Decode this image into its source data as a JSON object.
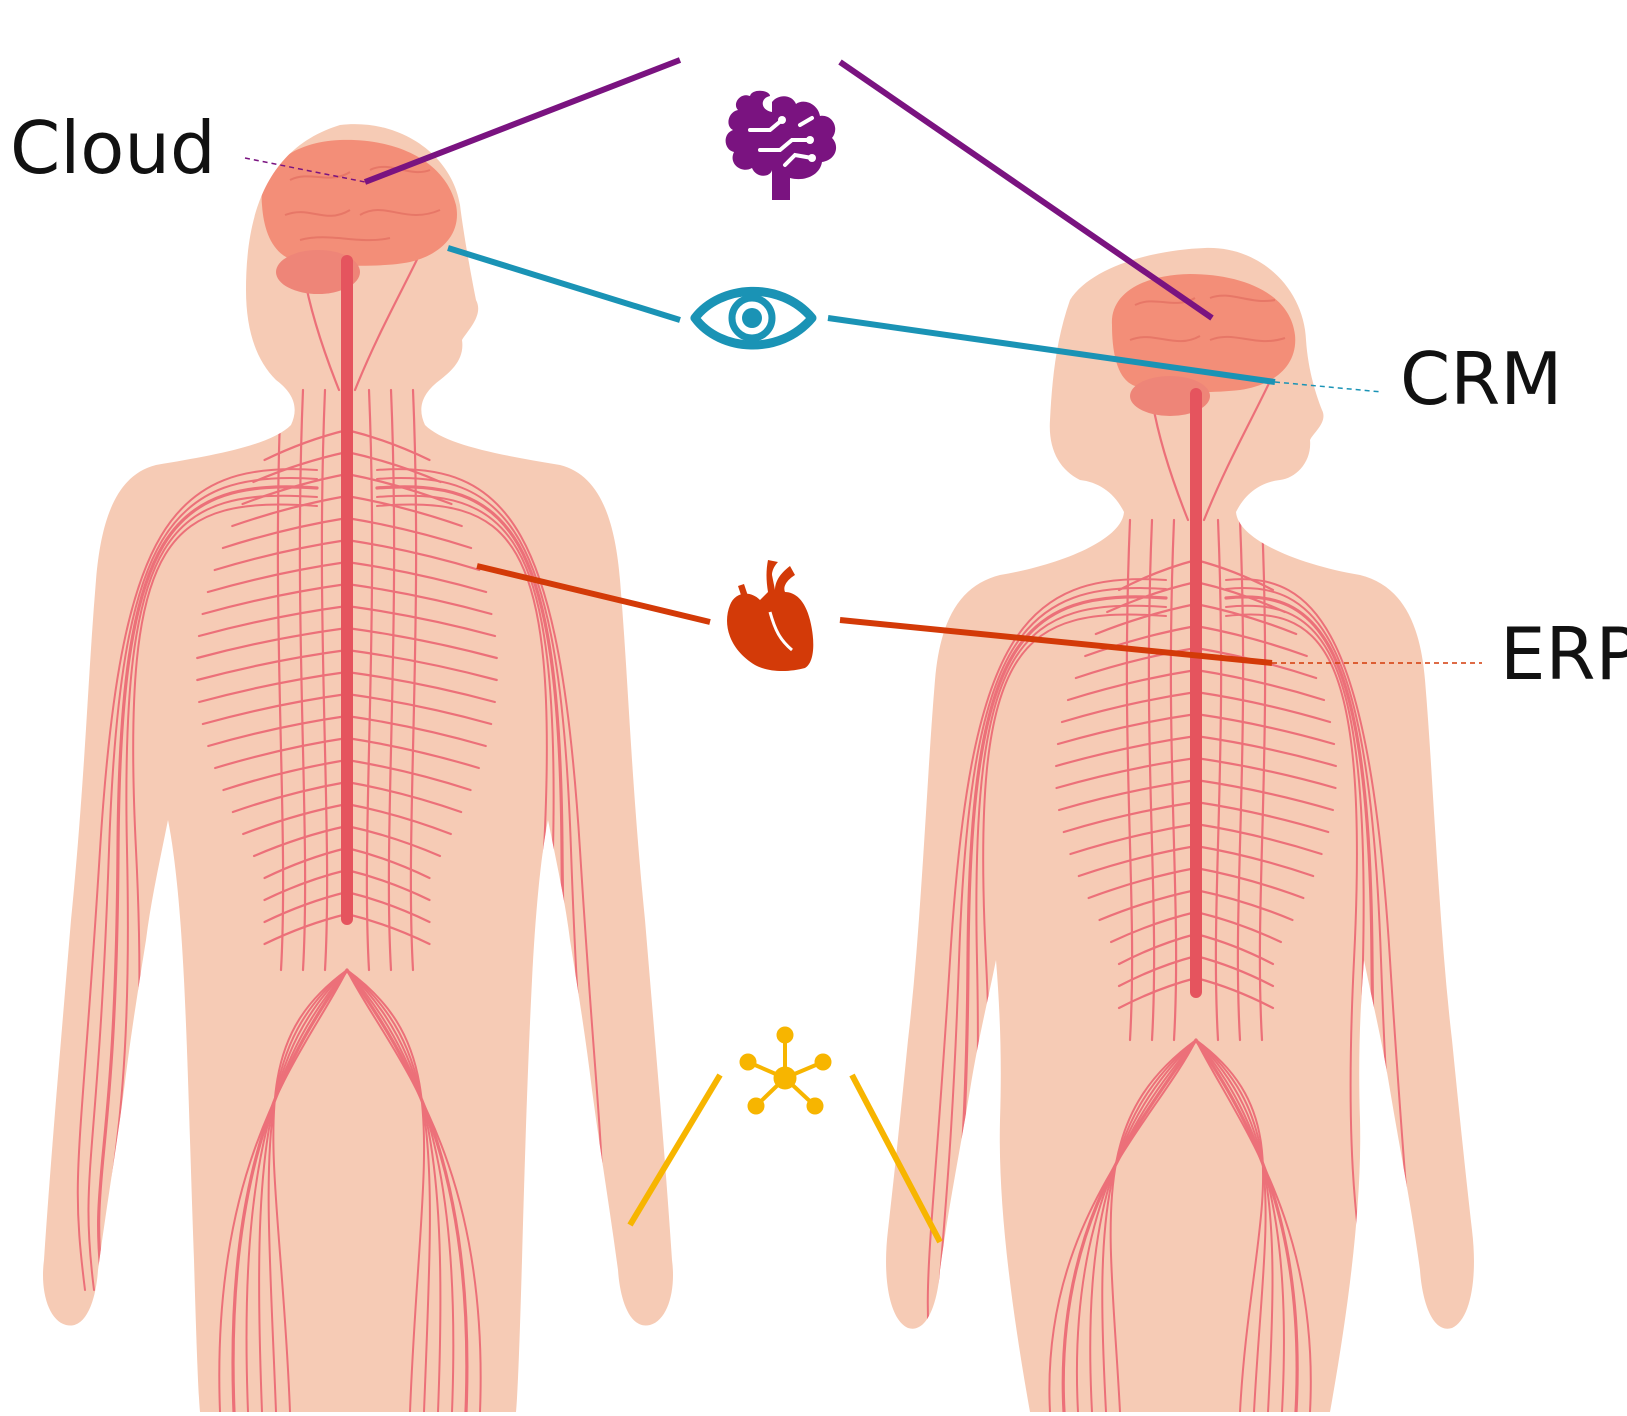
{
  "labels": {
    "cloud": "Cloud",
    "crm": "CRM",
    "erp": "ERP"
  },
  "figures": [
    "male-body-nervous-system",
    "female-body-nervous-system"
  ],
  "icons": {
    "brain": "brain-circuit-icon",
    "eye": "eye-icon",
    "heart": "anatomical-heart-icon",
    "network": "network-nodes-icon"
  },
  "colors": {
    "skin": "#f6cbb5",
    "nerve": "#ec7079",
    "spine": "#e5545e",
    "brain": "#f38e78",
    "cerebellum": "#ee8578",
    "cloud_connector": "#7a1380",
    "crm_connector": "#1a93b5",
    "erp_connector": "#d33a08",
    "network_connector": "#f7b500",
    "label_text": "#111111"
  }
}
